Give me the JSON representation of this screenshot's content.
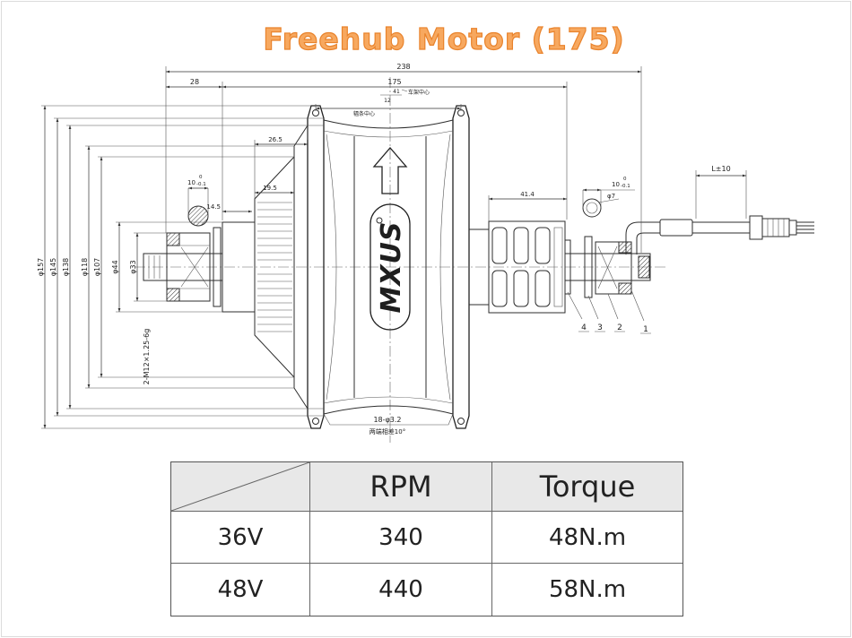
{
  "title": "Freehub Motor (175)",
  "drawing": {
    "dim_overall": "238",
    "dim_axle_left": "28",
    "dim_locknut": "175",
    "dim_center_a": "41",
    "dim_center_b": "12",
    "frame_center_label": "车架中心",
    "spoke_center_label": "辐条中心",
    "dim_cover": "26.5",
    "dim_cone": "19.5",
    "dim_boss": "14.5",
    "tolerance_left": {
      "nominal": "10",
      "upper": "0",
      "lower": "-0.1"
    },
    "dim_freehub": "41.4",
    "tolerance_right": {
      "nominal": "10",
      "upper": "0",
      "lower": "-0.1"
    },
    "dim_flat": "φ7",
    "cable_length": "L±10",
    "diameters": [
      "φ157",
      "φ145",
      "φ138",
      "φ118",
      "φ107",
      "φ44",
      "φ33"
    ],
    "thread": "2-M12×1.25-6g",
    "spoke_holes": "18-φ3.2",
    "spoke_holes_note": "两端相差10°",
    "part_numbers": [
      "4",
      "3",
      "2",
      "1"
    ],
    "logo": "MXUS"
  },
  "table": {
    "headers": {
      "rpm": "RPM",
      "torque": "Torque"
    },
    "rows": [
      {
        "voltage": "36V",
        "rpm": "340",
        "torque": "48N.m"
      },
      {
        "voltage": "48V",
        "rpm": "440",
        "torque": "58N.m"
      }
    ]
  },
  "colors": {
    "title": "#f7a85f",
    "title_outline": "#e9832c",
    "header_bg": "#e8e8e8",
    "line": "#333333"
  }
}
